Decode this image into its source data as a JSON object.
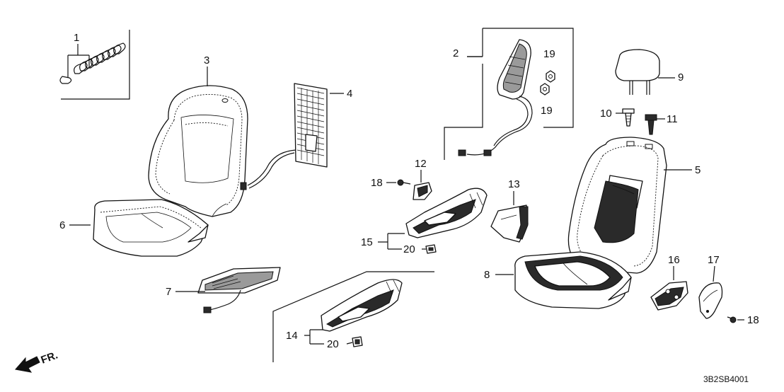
{
  "diagram": {
    "code": "3B2SB4001",
    "direction_label": "FR.",
    "callouts": [
      {
        "id": "c1",
        "text": "1"
      },
      {
        "id": "c2",
        "text": "2"
      },
      {
        "id": "c3",
        "text": "3"
      },
      {
        "id": "c4",
        "text": "4"
      },
      {
        "id": "c5",
        "text": "5"
      },
      {
        "id": "c6",
        "text": "6"
      },
      {
        "id": "c7",
        "text": "7"
      },
      {
        "id": "c8",
        "text": "8"
      },
      {
        "id": "c9",
        "text": "9"
      },
      {
        "id": "c10",
        "text": "10"
      },
      {
        "id": "c11",
        "text": "11"
      },
      {
        "id": "c12",
        "text": "12"
      },
      {
        "id": "c13",
        "text": "13"
      },
      {
        "id": "c14",
        "text": "14"
      },
      {
        "id": "c15",
        "text": "15"
      },
      {
        "id": "c16",
        "text": "16"
      },
      {
        "id": "c17",
        "text": "17"
      },
      {
        "id": "c18a",
        "text": "18"
      },
      {
        "id": "c18b",
        "text": "18"
      },
      {
        "id": "c19a",
        "text": "19"
      },
      {
        "id": "c19b",
        "text": "19"
      },
      {
        "id": "c20a",
        "text": "20"
      },
      {
        "id": "c20b",
        "text": "20"
      }
    ]
  }
}
